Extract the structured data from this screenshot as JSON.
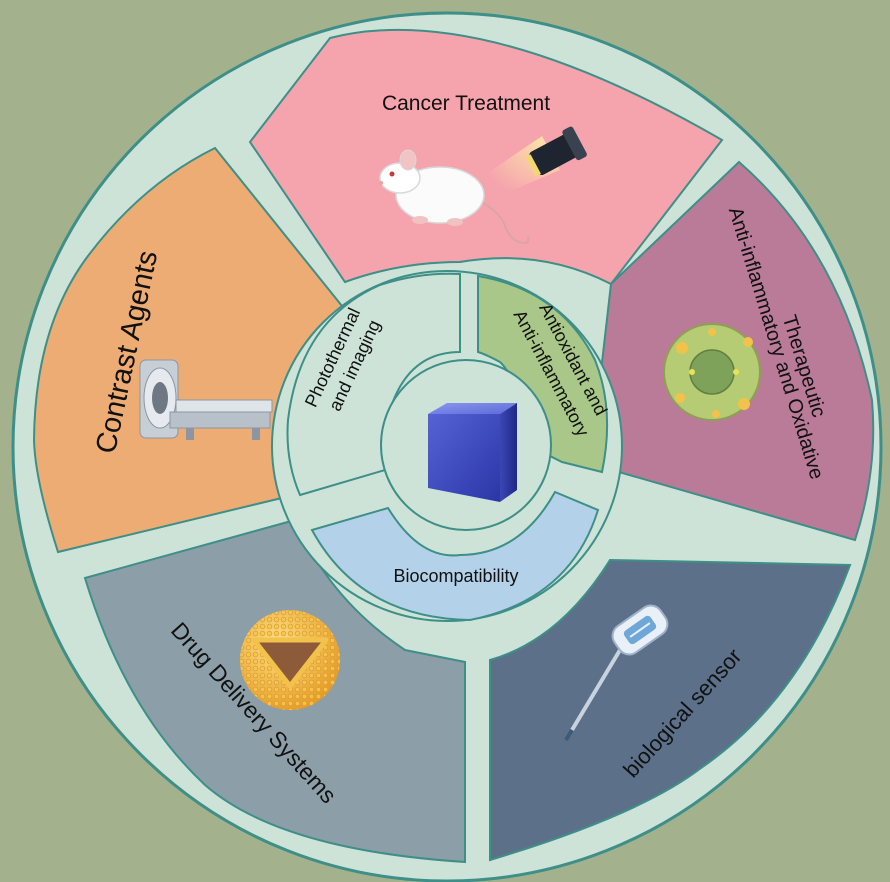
{
  "colors": {
    "frame": "#a3b18c",
    "disc": "#cde3d8",
    "outline": "#3d8f88",
    "segments": {
      "cancer": "#f5a3ad",
      "anti": "#b97b98",
      "sensor": "#5c7189",
      "drug": "#8c9ea8",
      "contrast": "#ecac73"
    },
    "inner": {
      "photothermal": "#cde3d8",
      "antioxidant": "#a9c789",
      "biocompat": "#b3d2ea"
    },
    "cube": "#4e5fd0"
  },
  "outer_labels": {
    "cancer": "Cancer Treatment",
    "anti_line1": "Anti-inflammatory and Oxidative",
    "anti_line2": "Therapeutic",
    "sensor": "biological sensor",
    "drug": "Drug Delivery Systems",
    "contrast": "Contrast Agents"
  },
  "inner_labels": {
    "photothermal_line1": "Photothermal",
    "photothermal_line2": "and imaging",
    "antioxidant_line1": "Antioxidant and",
    "antioxidant_line2": "Anti-inflammatory",
    "biocompat": "Biocompatibility"
  },
  "icons": [
    "mouse-icon",
    "flashlight-icon",
    "mri-scanner-icon",
    "inflamed-cell-icon",
    "nanoparticle-sphere-icon",
    "biosensor-probe-icon",
    "cube-icon"
  ]
}
